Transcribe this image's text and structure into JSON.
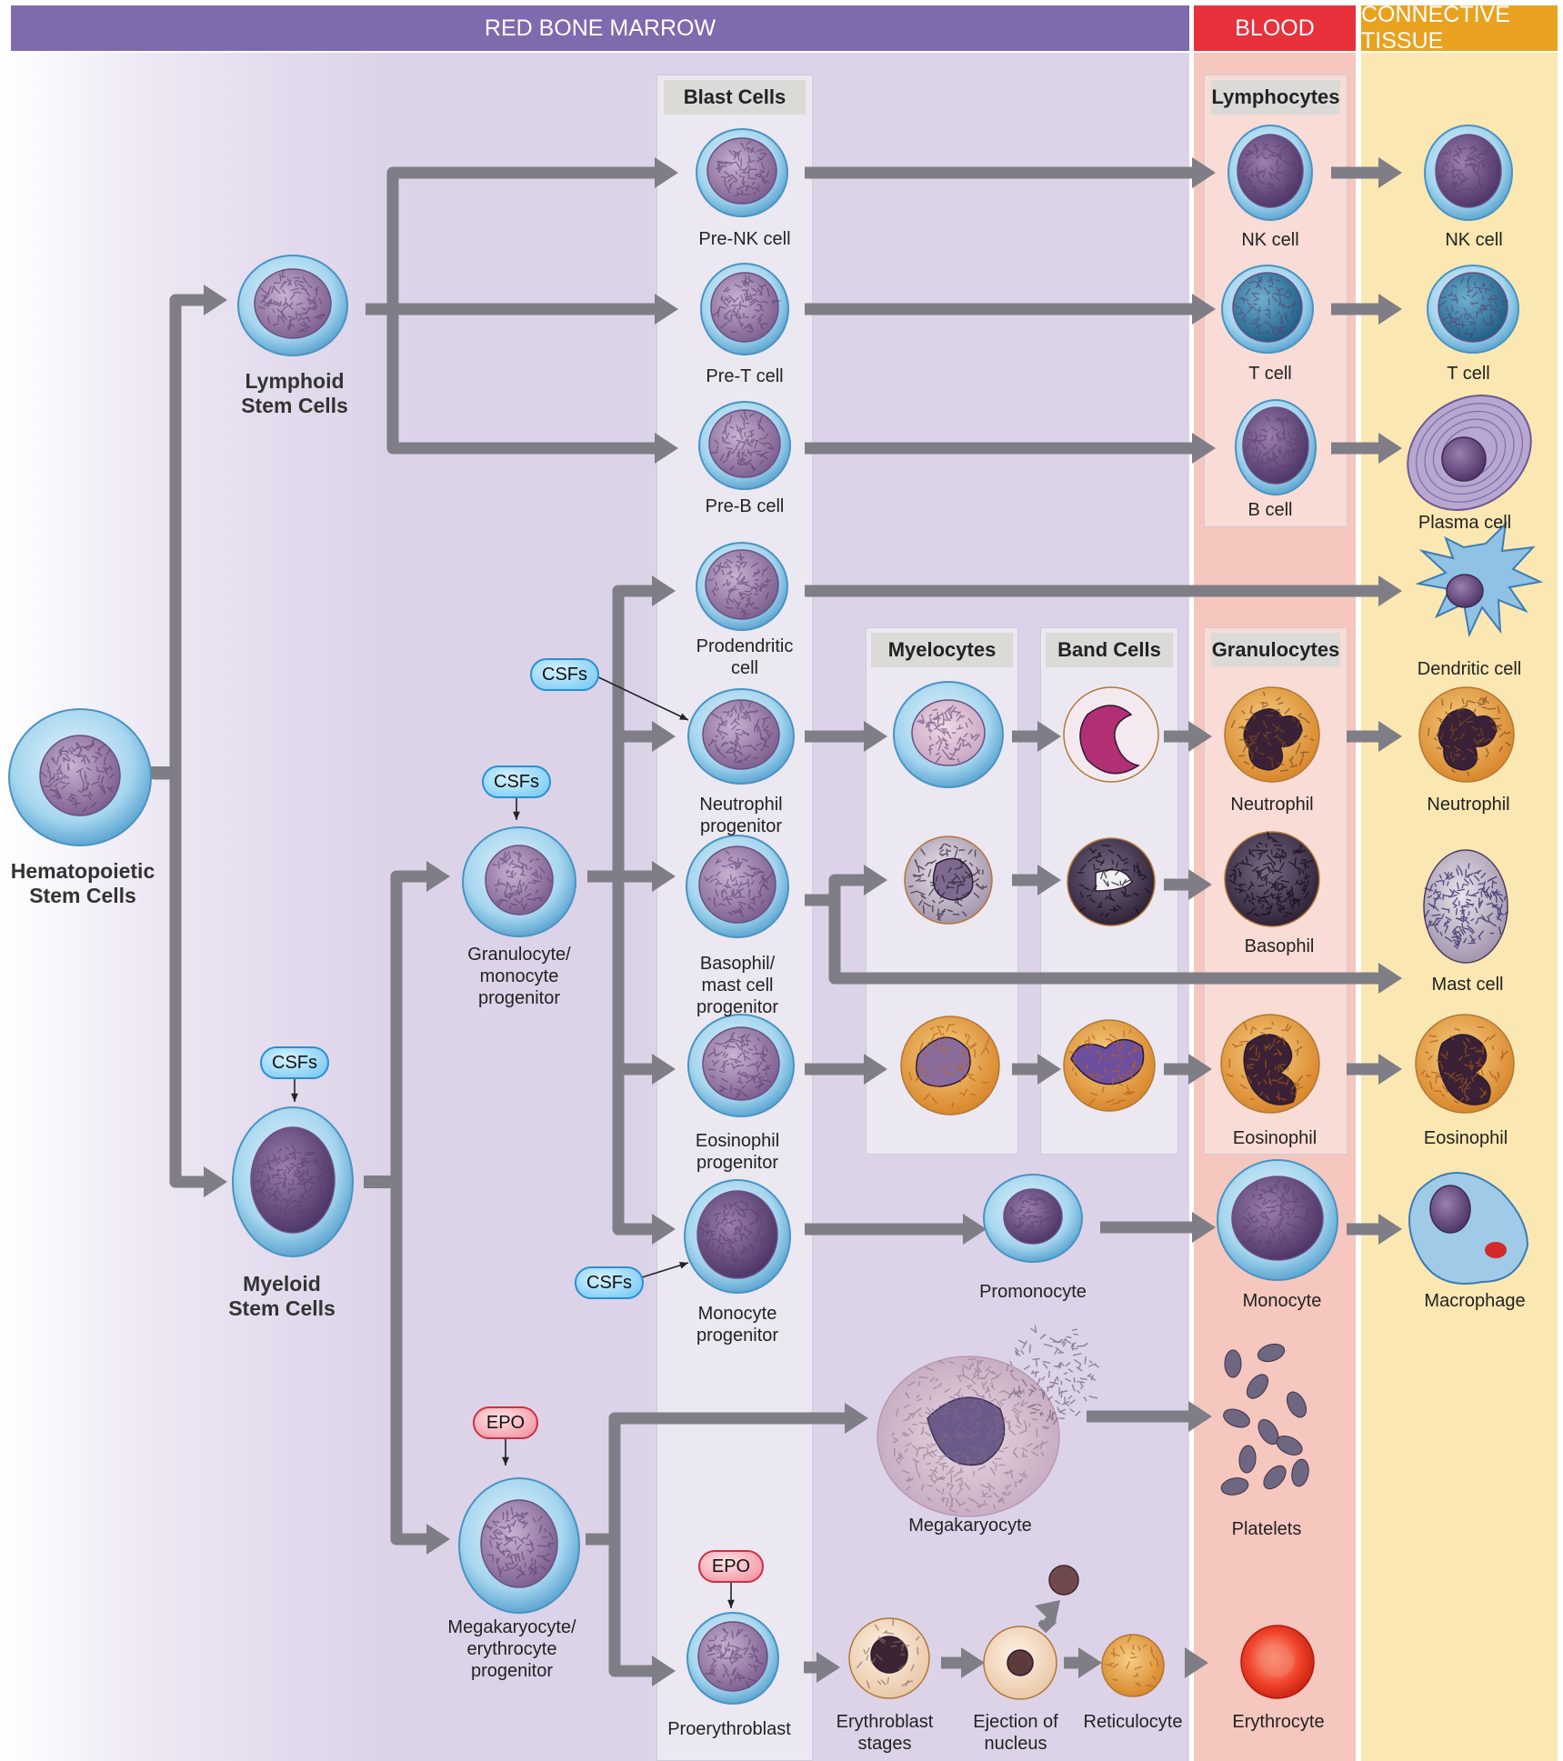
{
  "headers": {
    "marrow": "RED BONE MARROW",
    "blood": "BLOOD",
    "tissue": "CONNECTIVE TISSUE"
  },
  "columns": {
    "blast": "Blast Cells",
    "lymphocytes": "Lymphocytes",
    "myelocytes": "Myelocytes",
    "band": "Band Cells",
    "granulocytes": "Granulocytes"
  },
  "stem": {
    "hematopoietic": "Hematopoietic\nStem Cells",
    "lymphoid": "Lymphoid\nStem Cells",
    "myeloid": "Myeloid\nStem Cells"
  },
  "progenitors": {
    "gm": "Granulocyte/\nmonocyte\nprogenitor",
    "me": "Megakaryocyte/\nerythrocyte\nprogenitor"
  },
  "blast_cells": {
    "pre_nk": "Pre-NK cell",
    "pre_t": "Pre-T cell",
    "pre_b": "Pre-B cell",
    "prodendritic": "Prodendritic\ncell",
    "neutrophil_prog": "Neutrophil\nprogenitor",
    "basophil_prog": "Basophil/\nmast cell\nprogenitor",
    "eosinophil_prog": "Eosinophil\nprogenitor",
    "monocyte_prog": "Monocyte\nprogenitor",
    "proerythroblast": "Proerythroblast"
  },
  "intermediate": {
    "promonocyte": "Promonocyte",
    "megakaryocyte": "Megakaryocyte",
    "erythroblast": "Erythroblast\nstages",
    "ejection": "Ejection of\nnucleus",
    "reticulocyte": "Reticulocyte"
  },
  "blood_cells": {
    "nk": "NK cell",
    "t": "T cell",
    "b": "B cell",
    "neutrophil": "Neutrophil",
    "basophil": "Basophil",
    "eosinophil": "Eosinophil",
    "monocyte": "Monocyte",
    "platelets": "Platelets",
    "erythrocyte": "Erythrocyte"
  },
  "tissue_cells": {
    "nk": "NK cell",
    "t": "T cell",
    "plasma": "Plasma cell",
    "dendritic": "Dendritic cell",
    "neutrophil": "Neutrophil",
    "mast": "Mast cell",
    "eosinophil": "Eosinophil",
    "macrophage": "Macrophage"
  },
  "factors": {
    "csf": "CSFs",
    "epo": "EPO"
  },
  "colors": {
    "marrow_header": "#7f6aae",
    "blood_header": "#e8313b",
    "tissue_header": "#e8a21f",
    "marrow_bg": "#dcd3e8",
    "blood_bg": "#f5c7be",
    "tissue_bg": "#fbe7b1",
    "arrow": "#7f7d85",
    "cell_cytoplasm": "#9ed0ec",
    "cell_nucleus": "#8a6f9e"
  }
}
